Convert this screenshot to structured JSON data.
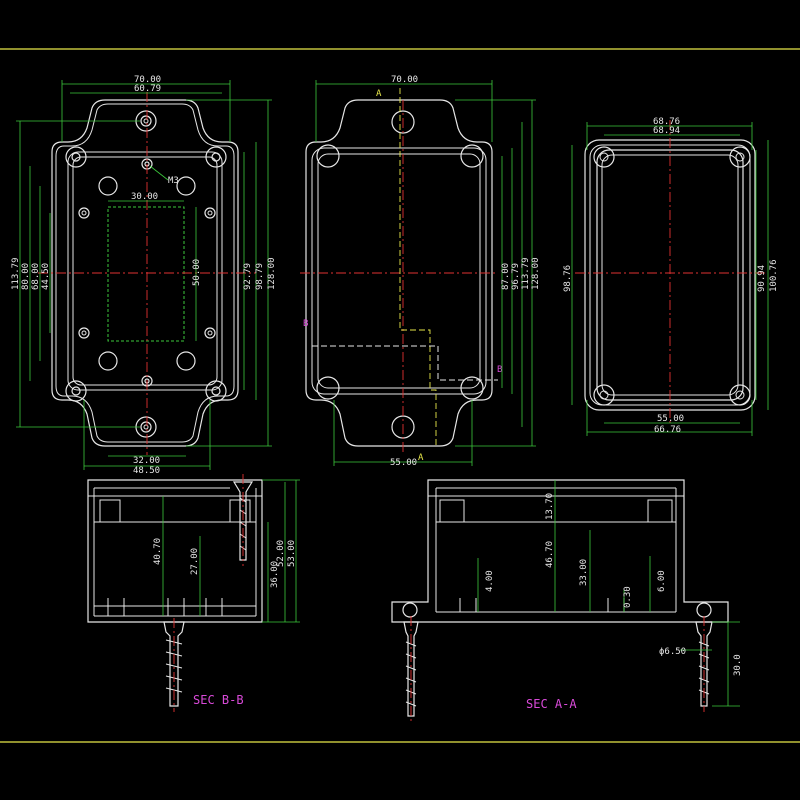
{
  "colors": {
    "background": "#000000",
    "outline": "#e6e6e6",
    "dimension": "#3cc83c",
    "centerline": "#e03232",
    "section": "#e8e84a",
    "label": "#d94ad9"
  },
  "top_view_1": {
    "dims_top": [
      "70.00",
      "60.79",
      "30.00"
    ],
    "dims_bottom": [
      "32.00",
      "48.50"
    ],
    "dims_left": [
      "113.79",
      "80.00",
      "68.00",
      "44.50"
    ],
    "dims_right": [
      "50.00",
      "92.79",
      "98.79",
      "128.00"
    ],
    "thread_label": "M3"
  },
  "top_view_2": {
    "dim_top": "70.00",
    "dim_bottom": "55.00",
    "dims_right": [
      "87.00",
      "96.79",
      "113.79",
      "128.00"
    ],
    "section_a": "A",
    "section_b": "B"
  },
  "top_view_3": {
    "dims_top": [
      "68.76",
      "68.94"
    ],
    "dims_bottom": [
      "55.00",
      "66.76"
    ],
    "dims_left": [
      "98.76"
    ],
    "dims_right": [
      "90.94",
      "100.76"
    ]
  },
  "section_bb": {
    "label": "SEC B-B",
    "dims": [
      "40.70",
      "27.00",
      "36.00",
      "52.00",
      "53.00"
    ]
  },
  "section_aa": {
    "label": "SEC A-A",
    "dims": [
      "13.70",
      "46.70",
      "33.00",
      "4.00",
      "6.00",
      "0.30",
      "30.0"
    ],
    "diameter": "ϕ6.50"
  }
}
